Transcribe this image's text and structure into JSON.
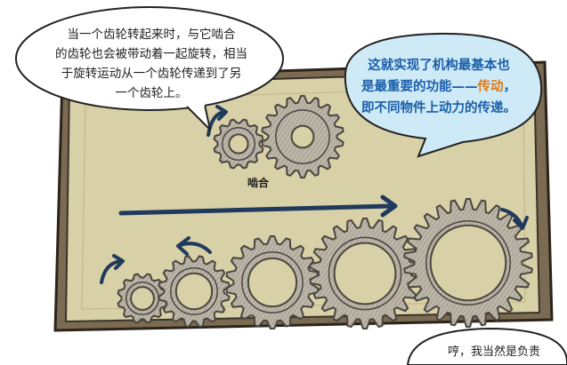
{
  "bubble_left": {
    "lines": [
      "当一个齿轮转起来时，与它啮合",
      "的齿轮也会被带动着一起旋转，相当",
      "于旋转运动从一个齿轮传递到了另",
      "一个齿轮上。"
    ]
  },
  "bubble_right": {
    "line1": "这就实现了机构最基本也",
    "line2_before": "是最重要的功能——",
    "line2_highlight": "传动",
    "line2_after": "，",
    "line3": "即不同物件上动力的传递。"
  },
  "mesh_label": "啮合",
  "bubble_bottom": {
    "text": "哼，我当然是负责"
  },
  "colors": {
    "paper": "#d8d0a6",
    "paper_border": "#3a3328",
    "blue_bubble": "#cfeaf7",
    "blue_text": "#1a5ea8",
    "orange_text": "#e07a12",
    "arrow": "#1f3a5c",
    "gear_fill": "#b8b3a6",
    "gear_stroke": "#4a4640"
  }
}
